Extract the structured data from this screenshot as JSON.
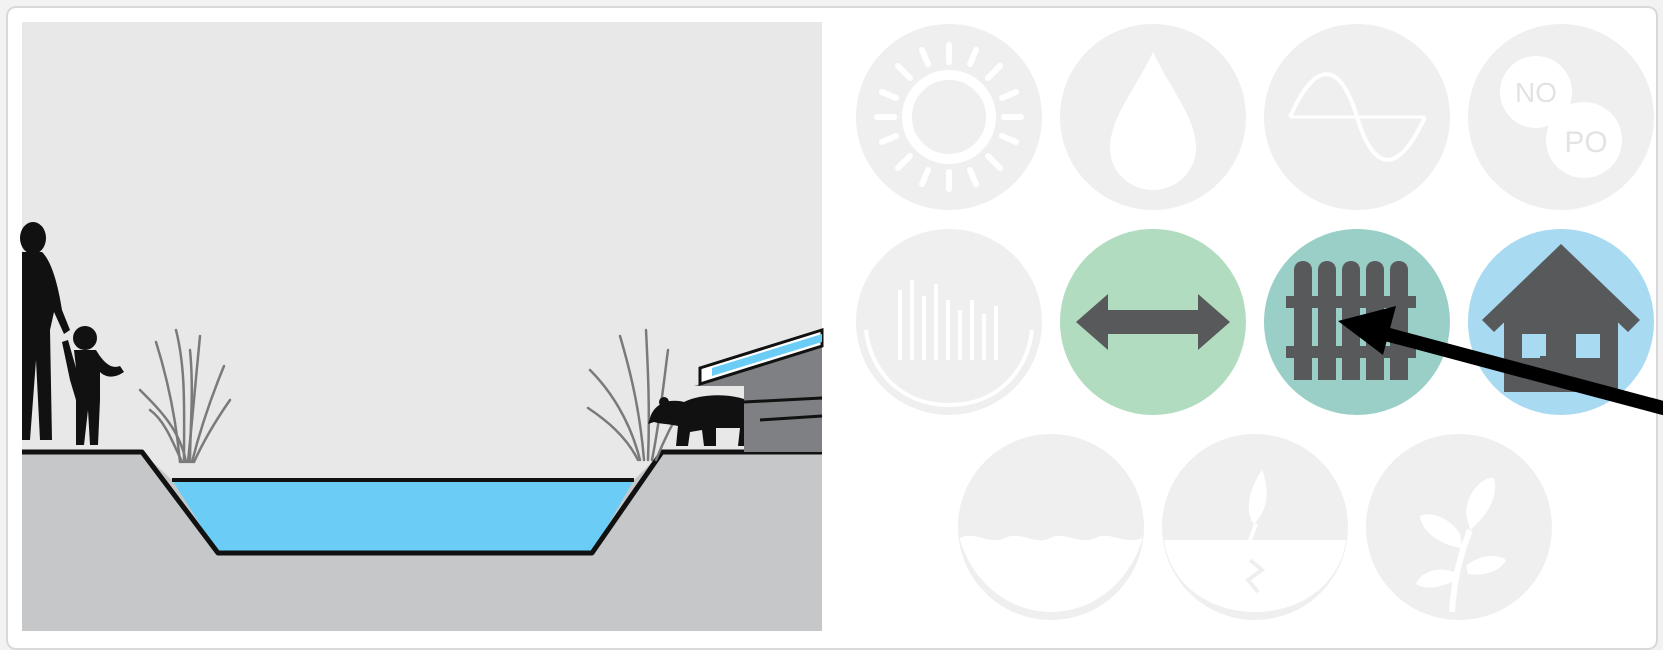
{
  "figure": {
    "kind": "stream cross-section with ecosystem function icons",
    "colors": {
      "sky": "#e8e8e9",
      "ground": "#c6c7c9",
      "water": "#6bcdf5",
      "silhouette": "#111111",
      "icon_faded": "#efefef",
      "icon_dark": "#58595b",
      "icon_green": "#b1dcc0",
      "icon_teal": "#99cfc6",
      "icon_blue": "#a8daf2",
      "arrow": "#000000"
    }
  },
  "icons": [
    {
      "name": "sun-icon",
      "state": "faded"
    },
    {
      "name": "water-drop-icon",
      "state": "faded"
    },
    {
      "name": "sine-wave-icon",
      "state": "faded"
    },
    {
      "name": "nutrients-icon",
      "state": "faded",
      "labels": [
        "NO",
        "PO"
      ]
    },
    {
      "name": "sediment-icon",
      "state": "faded"
    },
    {
      "name": "connectivity-arrows-icon",
      "state": "highlighted"
    },
    {
      "name": "fence-icon",
      "state": "highlighted"
    },
    {
      "name": "house-icon",
      "state": "highlighted"
    },
    {
      "name": "flood-icon",
      "state": "faded"
    },
    {
      "name": "erosion-icon",
      "state": "faded"
    },
    {
      "name": "plant-icon",
      "state": "faded"
    }
  ],
  "callout": {
    "target": "fence-icon"
  }
}
